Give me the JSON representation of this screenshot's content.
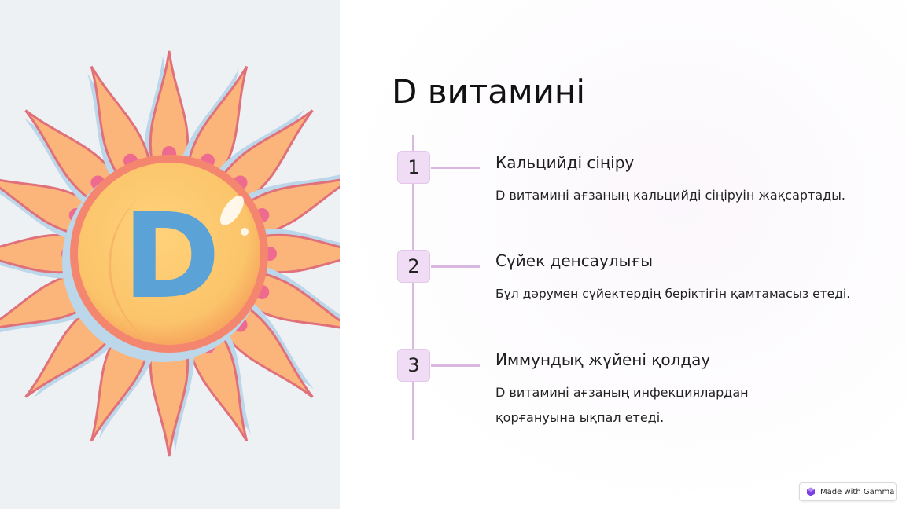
{
  "slide": {
    "title": "D витамині",
    "illustration": {
      "letter": "D",
      "icon": "sun-icon"
    },
    "steps": [
      {
        "number": "1",
        "heading": "Кальцийді сіңіру",
        "description": "D витамині ағзаның кальцийді сіңіруін жақсартады."
      },
      {
        "number": "2",
        "heading": "Сүйек денсаулығы",
        "description": "Бұл дәрумен сүйектердің беріктігін қамтамасыз етеді."
      },
      {
        "number": "3",
        "heading": "Иммундық жүйені қолдау",
        "description_lines": [
          "D витамині ағзаның инфекциялардан",
          "қорғануына ықпал етеді."
        ]
      }
    ]
  },
  "badge": {
    "label": "Made with Gamma",
    "icon": "gamma-logo-icon"
  },
  "colors": {
    "timeline": "#d8b8e0",
    "badge_bg": "#f1dcf5",
    "sun_core": "#fbc46a",
    "letter": "#5ba3d6"
  }
}
